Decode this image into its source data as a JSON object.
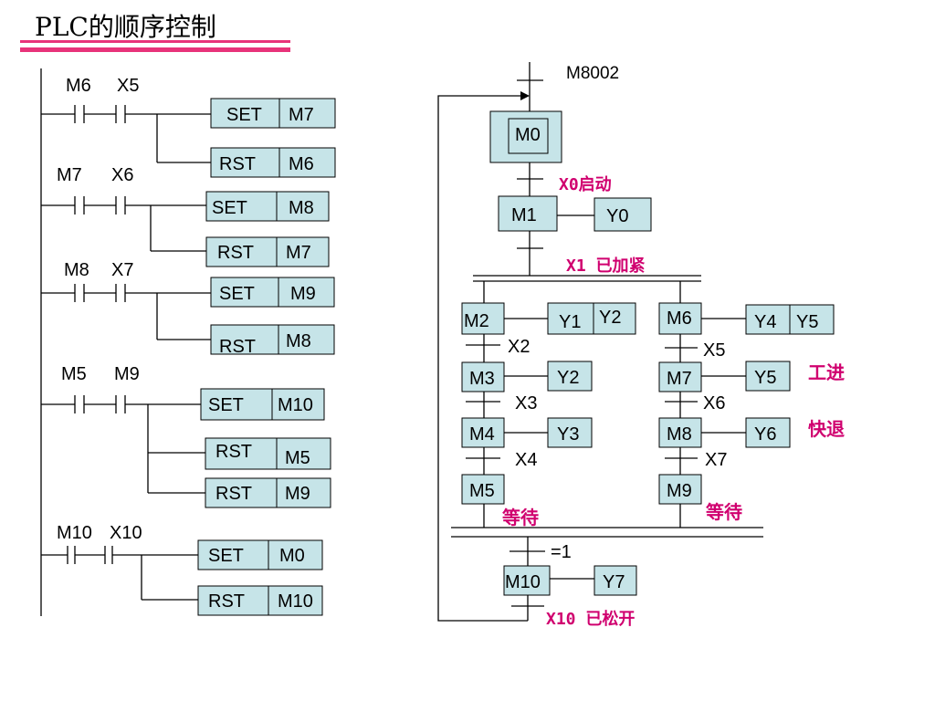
{
  "title": "PLC的顺序控制",
  "colors": {
    "accent": "#e8337a",
    "box_fill": "#c6e4e8",
    "annotation": "#d0006f"
  },
  "ladder": {
    "rungs": [
      {
        "contacts": [
          "M6",
          "X5"
        ],
        "coils": [
          [
            "SET",
            "M7"
          ],
          [
            "RST",
            "M6"
          ]
        ]
      },
      {
        "contacts": [
          "M7",
          "X6"
        ],
        "coils": [
          [
            "SET",
            "M8"
          ],
          [
            "RST",
            "M7"
          ]
        ]
      },
      {
        "contacts": [
          "M8",
          "X7"
        ],
        "coils": [
          [
            "SET",
            "M9"
          ],
          [
            "RST",
            "M8"
          ]
        ]
      },
      {
        "contacts": [
          "M5",
          "M9"
        ],
        "coils": [
          [
            "SET",
            "M10"
          ],
          [
            "RST",
            "M5"
          ],
          [
            "RST",
            "M9"
          ]
        ]
      },
      {
        "contacts": [
          "M10",
          "X10"
        ],
        "coils": [
          [
            "SET",
            "M0"
          ],
          [
            "RST",
            "M10"
          ]
        ]
      }
    ]
  },
  "sfc": {
    "init_condition": "M8002",
    "steps": {
      "m0": "M0",
      "m1": "M1",
      "m2": "M2",
      "m3": "M3",
      "m4": "M4",
      "m5": "M5",
      "m6": "M6",
      "m7": "M7",
      "m8": "M8",
      "m9": "M9",
      "m10": "M10"
    },
    "outputs": {
      "y0": "Y0",
      "y1": "Y1",
      "y2": "Y2",
      "y3_left": "Y2",
      "y3": "Y3",
      "y4": "Y4",
      "y5": "Y5",
      "y5b": "Y5",
      "y6": "Y6",
      "y7": "Y7"
    },
    "transitions": {
      "x0": "X0启动",
      "x1": "X1 已加紧",
      "x2": "X2",
      "x3": "X3",
      "x4": "X4",
      "x5": "X5",
      "x6": "X6",
      "x7": "X7",
      "eq1": "=1",
      "x10": "X10 已松开"
    },
    "annotations": {
      "work_forward": "工进",
      "fast_back": "快退",
      "wait_left": "等待",
      "wait_right": "等待"
    }
  }
}
